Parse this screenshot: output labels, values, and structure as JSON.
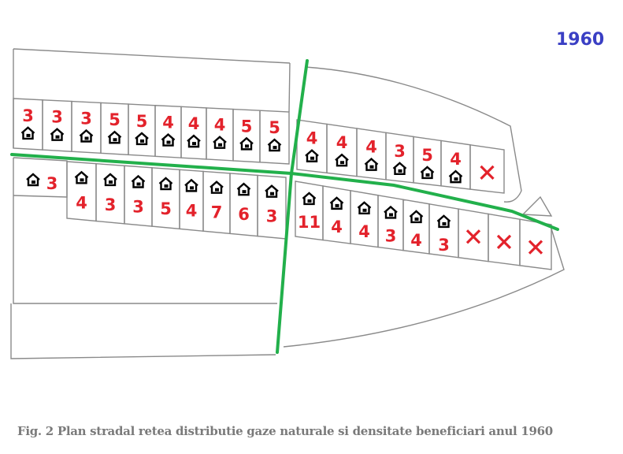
{
  "year": "1960",
  "caption": "Fig. 2 Plan stradal retea distributie gaze naturale si densitate beneficiari anul 1960",
  "colors": {
    "pipeline": "#22b04b",
    "count": "#e3222b",
    "year": "#3a3fc4",
    "outline": "#8a8a8a"
  },
  "legend_icons": {
    "house": "house-icon",
    "none": "x-mark-icon"
  },
  "rows": {
    "top_left": [
      "3",
      "3",
      "3",
      "5",
      "5",
      "4",
      "4",
      "4",
      "5",
      "5"
    ],
    "bottom_left": [
      "3",
      "4",
      "3",
      "3",
      "5",
      "4",
      "7",
      "6",
      "3"
    ],
    "top_right": [
      "4",
      "4",
      "4",
      "3",
      "5",
      "4",
      "X"
    ],
    "bottom_right": [
      "11",
      "4",
      "4",
      "3",
      "4",
      "3",
      "X",
      "X",
      "X"
    ]
  }
}
